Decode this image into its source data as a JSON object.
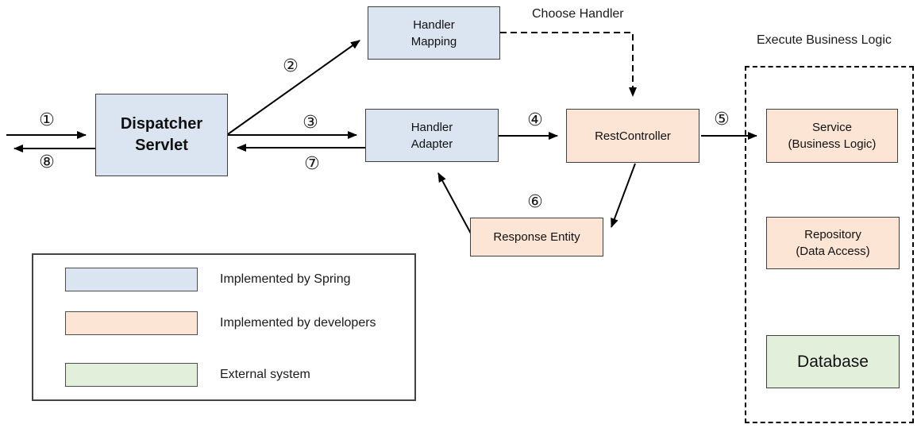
{
  "diagram": {
    "nodes": {
      "dispatcher_servlet": {
        "label": "Dispatcher\nServlet",
        "category": "spring"
      },
      "handler_mapping": {
        "label": "Handler\nMapping",
        "category": "spring"
      },
      "handler_adapter": {
        "label": "Handler\nAdapter",
        "category": "spring"
      },
      "rest_controller": {
        "label": "RestController",
        "category": "developer"
      },
      "response_entity": {
        "label": "Response Entity",
        "category": "developer"
      },
      "service": {
        "label": "Service\n(Business Logic)",
        "category": "developer"
      },
      "repository": {
        "label": "Repository\n(Data Access)",
        "category": "developer"
      },
      "database": {
        "label": "Database",
        "category": "external"
      }
    },
    "annotations": {
      "choose_handler": "Choose Handler",
      "execute_business_logic": "Execute Business Logic"
    },
    "steps": [
      {
        "label": "①"
      },
      {
        "label": "②"
      },
      {
        "label": "③"
      },
      {
        "label": "④"
      },
      {
        "label": "⑤"
      },
      {
        "label": "⑥"
      },
      {
        "label": "⑦"
      },
      {
        "label": "⑧"
      }
    ],
    "legend": {
      "items": [
        {
          "label": "Implemented by Spring",
          "color": "#dbe5f1"
        },
        {
          "label": "Implemented by developers",
          "color": "#fce5d5"
        },
        {
          "label": "External system",
          "color": "#e2efda"
        }
      ]
    },
    "colors": {
      "spring_fill": "#dbe5f1",
      "developer_fill": "#fce5d5",
      "external_fill": "#e2efda",
      "border": "#3f3f3f",
      "arrow": "#000000"
    }
  }
}
